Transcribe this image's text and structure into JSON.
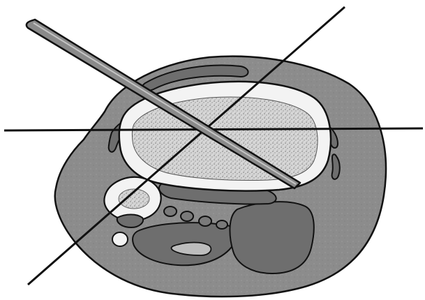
{
  "diagram": {
    "structures": [
      "leg-cross-section",
      "subcutaneous-tissue",
      "tibia-cortical-ring",
      "tibia-medullary-cavity",
      "fibula-cortex",
      "fibula-medullary",
      "small-bone-fragment",
      "posterior-muscle-compartment",
      "neurovascular-bundle",
      "fascial-bands",
      "insertion-rod"
    ],
    "reference_lines": [
      "horizontal-axis-line",
      "oblique-axis-line"
    ],
    "colors": {
      "background": "#ffffff",
      "outline": "#111111",
      "soft_tissue": "#8c8c8c",
      "muscle": "#6e6e6e",
      "bone_cortex": "#f3f3f3",
      "marrow": "#c9c9c9",
      "rod": "#8a8a8a"
    }
  }
}
